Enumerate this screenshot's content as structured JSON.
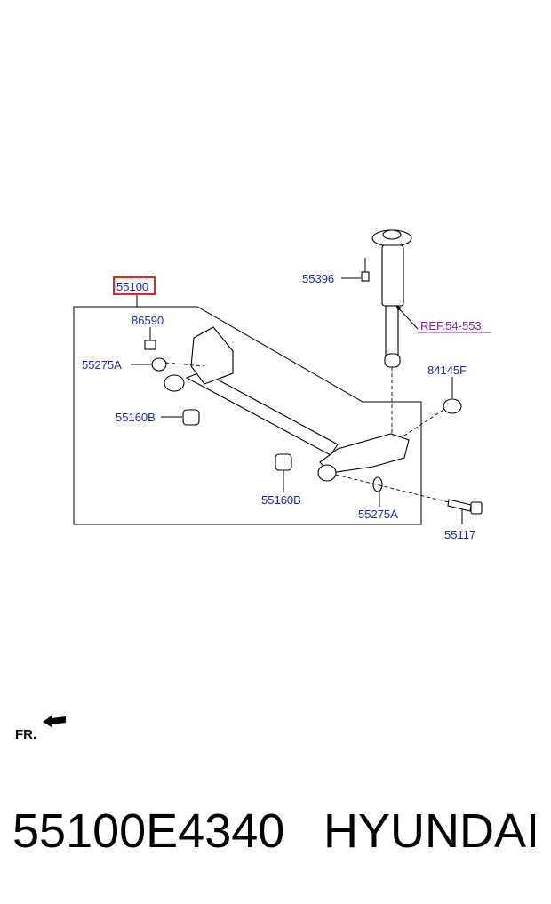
{
  "diagram": {
    "callouts": {
      "assembly": "55100",
      "bolt_top": "55396",
      "ref": "REF.54-553",
      "bolt_small": "86590",
      "washer_left": "55275A",
      "bushing_left": "55160B",
      "cap": "84145F",
      "bushing_right": "55160B",
      "washer_right": "55275A",
      "bolt_long": "55117"
    },
    "direction_label": "FR."
  },
  "footer": {
    "part_number": "55100E4340",
    "brand": "HYUNDAI"
  },
  "colors": {
    "callout": "#1a2aa8",
    "ref": "#8a1fa0",
    "highlight_box": "#e01010"
  }
}
